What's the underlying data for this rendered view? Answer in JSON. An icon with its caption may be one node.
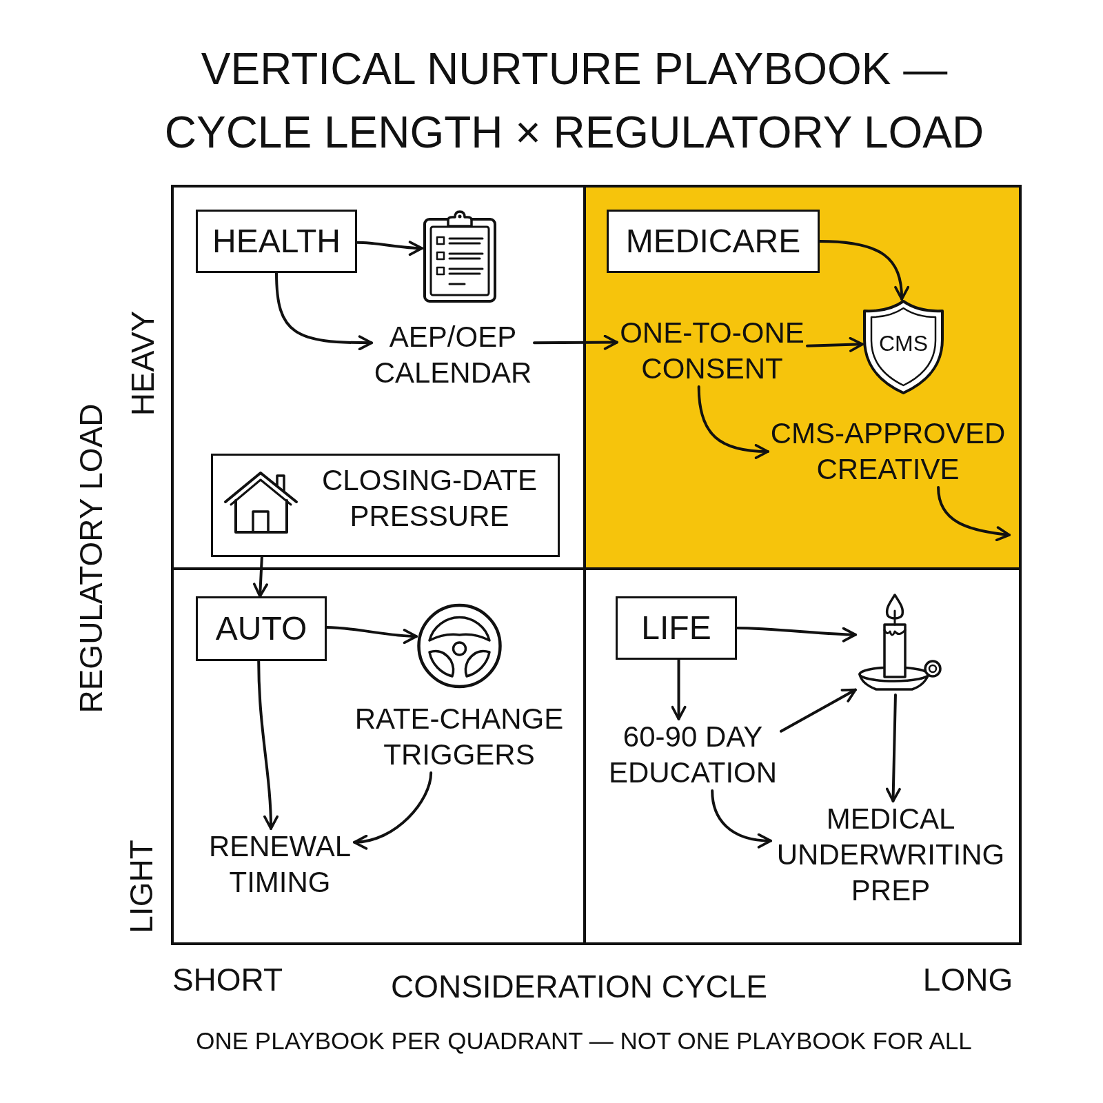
{
  "diagram": {
    "title": "VERTICAL NURTURE PLAYBOOK — CYCLE LENGTH × REGULATORY LOAD",
    "caption": "ONE PLAYBOOK PER QUADRANT — NOT ONE PLAYBOOK FOR ALL",
    "nodes": [
      {
        "text": [],
        "shape": "box"
      },
      {
        "text": [
          "HEALTH"
        ],
        "in": 0
      },
      {
        "text": [],
        "shape": "picture",
        "in": 0
      },
      {
        "text": [
          "AEP/OEP CALENDAR"
        ],
        "in": 0
      },
      {
        "text": [
          "CLOSING-DATE PRESSURE"
        ],
        "in": 0
      },
      {
        "text": [],
        "shape": "box"
      },
      {
        "text": [
          "MEDICARE"
        ],
        "in": 5
      },
      {
        "text": [
          "ONE-TO-ONE CONSENT"
        ],
        "in": 5
      },
      {
        "text": [
          "CMS"
        ],
        "in": 5
      },
      {
        "text": [
          "CMS-APPROVED CREATIVE"
        ],
        "in": 5
      },
      {
        "text": [],
        "shape": "box"
      },
      {
        "text": [
          "AUTO"
        ],
        "in": 10
      },
      {
        "text": [],
        "shape": "picture",
        "in": 10
      },
      {
        "text": [
          "RATE-CHANGE TRIGGERS"
        ],
        "in": 10
      },
      {
        "text": [
          "RENEWAL TIMING"
        ],
        "in": 10
      },
      {
        "text": [],
        "shape": "box"
      },
      {
        "text": [
          "LIFE"
        ],
        "in": 15
      },
      {
        "text": [],
        "shape": "picture",
        "in": 15
      },
      {
        "text": [
          "60-90 DAY EDUCATION"
        ],
        "in": 15
      },
      {
        "text": [
          "MEDICAL UNDERWRITING PREP"
        ],
        "in": 15
      }
    ],
    "edges": [
      {
        "from": 1,
        "to": 2,
        "arrow": "to"
      },
      {
        "from": 1,
        "to": 3,
        "arrow": "to"
      },
      {
        "from": 3,
        "to": 7,
        "arrow": "to"
      },
      {
        "from": 6,
        "to": 8,
        "arrow": "to"
      },
      {
        "from": 7,
        "to": 8,
        "arrow": "to"
      },
      {
        "from": 7,
        "to": 9,
        "arrow": "to"
      },
      {
        "from": 9,
        "to": null,
        "arrow": "to"
      },
      {
        "from": 4,
        "to": 11,
        "arrow": "to"
      },
      {
        "from": 11,
        "to": 12,
        "arrow": "to"
      },
      {
        "from": 11,
        "to": 14,
        "arrow": "to"
      },
      {
        "from": 13,
        "to": 14,
        "arrow": "to"
      },
      {
        "from": 16,
        "to": 17,
        "arrow": "to"
      },
      {
        "from": 16,
        "to": 18,
        "arrow": "to"
      },
      {
        "from": 18,
        "to": 17,
        "arrow": "to"
      },
      {
        "from": 18,
        "to": 19,
        "arrow": "to"
      },
      {
        "from": 17,
        "to": 19,
        "arrow": "to"
      }
    ],
    "labels": [
      "REGULATORY LOAD",
      "HEAVY",
      "LIGHT",
      "SHORT",
      "CONSIDERATION CYCLE",
      "LONG"
    ]
  }
}
